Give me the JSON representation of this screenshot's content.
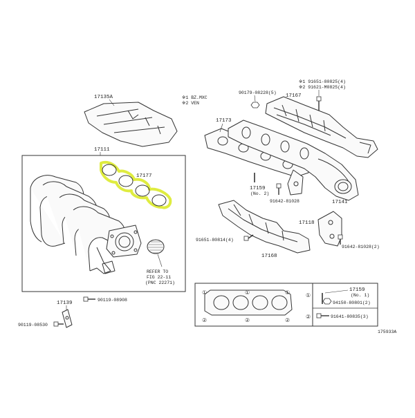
{
  "diagram_id": "175933A",
  "labels": {
    "p17135A": "17135A",
    "p17111": "17111",
    "p17177": "17177",
    "p17139": "17139",
    "b90119_08908": "90119-08908",
    "b90119_08530": "90119-08530",
    "refer1": "REFER TO",
    "refer2": "FIG 22-11",
    "refer3": "(PNC 22271)",
    "note1": "※1 BZ.MXC",
    "note2": "※2 VEN",
    "p90179": "90179-08228(5)",
    "p17167": "17167",
    "p91651_a": "※1 91651-80825(4)",
    "p91621": "※2 91621-M0825(4)",
    "p17173": "17173",
    "p17159a": "17159",
    "p17159a_sub": "(No. 2)",
    "p91642_a": "91642-81028",
    "p17141": "17141",
    "p17118": "17118",
    "p91651_b": "91651-80814(4)",
    "p17168": "17168",
    "p91642_b": "91642-81028(2)",
    "p17159b": "17159",
    "p17159b_sub": "(No. 1)",
    "p94150": "94150-80801(2)",
    "p91641": "91641-80835(3)",
    "circ1": "①",
    "circ2": "②"
  },
  "colors": {
    "highlight": "#d4e600",
    "line": "#333333"
  }
}
